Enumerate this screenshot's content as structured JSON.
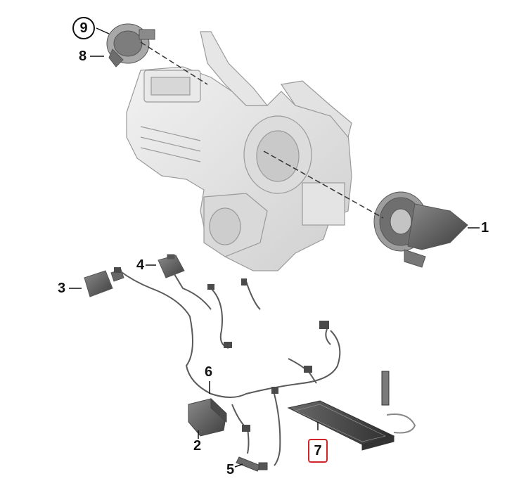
{
  "diagram": {
    "labels": {
      "p1": "1",
      "p2": "2",
      "p3": "3",
      "p4": "4",
      "p5": "5",
      "p6": "6",
      "p7": "7",
      "p8": "8",
      "p9": "9"
    },
    "highlight_color": "#d0262b"
  }
}
